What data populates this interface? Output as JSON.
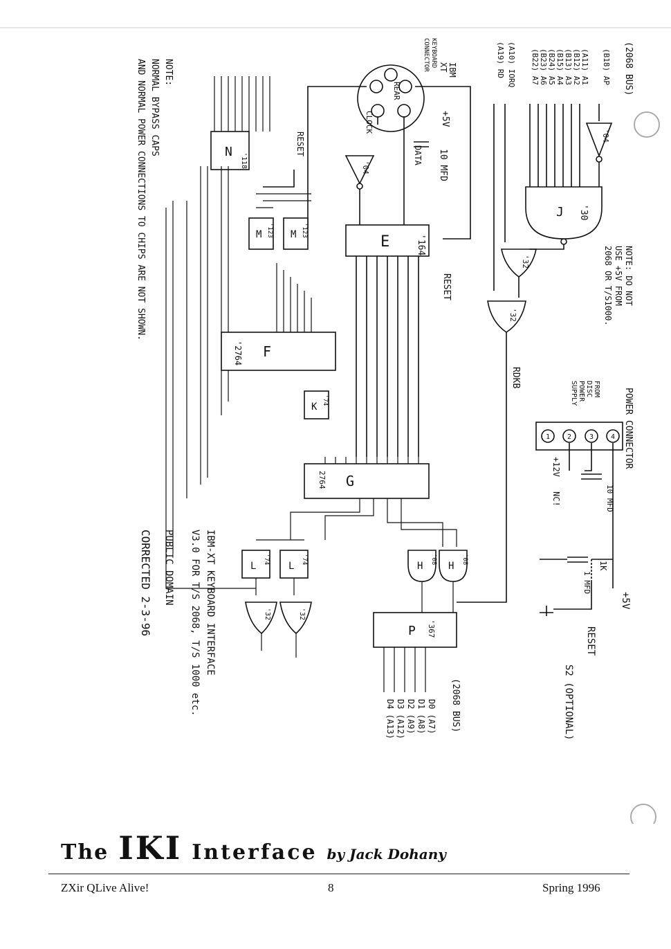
{
  "header": {
    "bus_top": "(2068 BUS)",
    "keyboard_conn": [
      "IBM",
      "XT",
      "KEYBOARD",
      "CONNECTOR"
    ],
    "rear": "REAR",
    "clock": "CLOCK",
    "data": "DATA",
    "plus5v": "+5V",
    "cap10": "10 MFD",
    "reset": "RESET",
    "rdkb": "RDKB",
    "ap": "AP"
  },
  "bus_signals": [
    "(B18) AP",
    "(A11) A1",
    "(B12) A2",
    "(B13) A3",
    "(B15) A4",
    "(B24) A5",
    "(B23) A6",
    "(B22) A7",
    "(A10) IORQ",
    "(A19) RD"
  ],
  "chips": {
    "j": "J",
    "j_part": "'30",
    "e": "E",
    "e_part": "'164",
    "n": "N",
    "n_part": "'118",
    "m": "M",
    "m_part": "'123",
    "f": "F",
    "f_part": "'2764",
    "k": "K",
    "k_part": "'74",
    "g": "G",
    "g_part": "2764",
    "l": "L",
    "l_part": "'74",
    "h": "H",
    "h_part": "'08",
    "p": "P",
    "p_part": "'367",
    "q1_part": "'32",
    "q2_part": "'32",
    "q3_part": "'32",
    "d_part": "'04"
  },
  "notes": {
    "top": [
      "NOTE: DO NOT",
      "USE +5V FROM",
      "2068 OR T/S1000."
    ],
    "main": [
      "NOTE:",
      "NORMAL BYPASS CAPS",
      "AND NORMAL POWER CONNECTIONS TO CHIPS ARE NOT SHOWN."
    ]
  },
  "power": {
    "title": "POWER CONNECTOR",
    "from": [
      "FROM",
      "DISC",
      "POWER",
      "SUPPLY"
    ],
    "pins": [
      "1",
      "2",
      "3",
      "4"
    ],
    "v12": "+12V",
    "nc": "NC!",
    "cap10": "10 MFD",
    "cap1": "1 MFD",
    "res1k": "1K",
    "plus5": "+5V",
    "reset_out": "RESET",
    "s2": "S2 (OPTIONAL)"
  },
  "data_out": [
    "D0 (A7)",
    "D1 (A8)",
    "D2 (A9)",
    "D3 (A12)",
    "D4 (A13)"
  ],
  "bus_bottom": "(2068 BUS)",
  "caption": [
    "IBM-XT KEYBOARD INTERFACE",
    "V3.0 FOR T/S 2068, T/S 1000 etc.",
    "PUBLIC DOMAIN",
    "CORRECTED 2-3-96"
  ],
  "article": {
    "the": "The",
    "iki": "IKI",
    "interface": "Interface",
    "byline": "by Jack Dohany"
  },
  "footer": {
    "left": "ZXir QLive Alive!",
    "center": "8",
    "right": "Spring 1996"
  }
}
